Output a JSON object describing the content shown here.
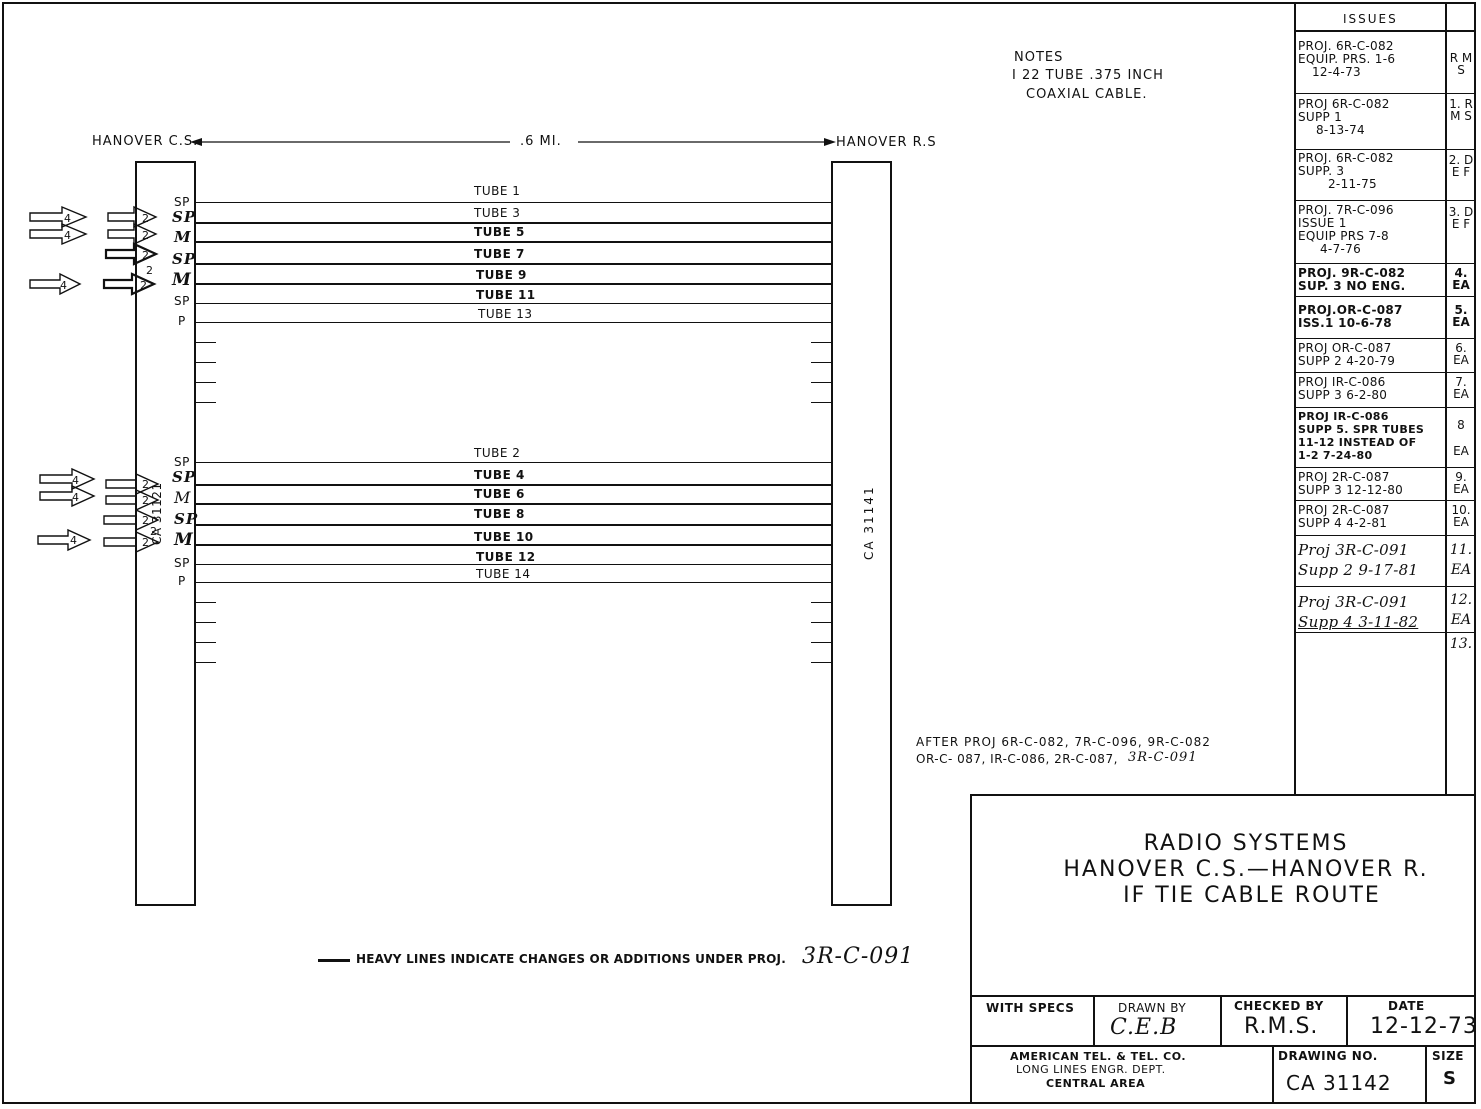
{
  "notes": {
    "heading": "NOTES",
    "line1": "I 22 TUBE .375 INCH",
    "line2": "COAXIAL CABLE."
  },
  "route": {
    "left_label": "HANOVER C.S.",
    "distance": ".6 MI.",
    "right_label": "HANOVER R.S",
    "left_block_label": "CA 31121",
    "right_block_label": "CA 31141"
  },
  "tubes_upper": [
    "TUBE 1",
    "TUBE 3",
    "TUBE 5",
    "TUBE 7",
    "TUBE 9",
    "TUBE 11",
    "TUBE 13"
  ],
  "tubes_lower": [
    "TUBE 2",
    "TUBE 4",
    "TUBE 6",
    "TUBE 8",
    "TUBE 10",
    "TUBE 12",
    "TUBE 14"
  ],
  "pair_labels_upper": [
    "SP",
    "SP",
    "M",
    "SP",
    "M",
    "SP",
    "P"
  ],
  "pair_labels_lower": [
    "SP",
    "SP",
    "M",
    "SP",
    "M",
    "SP",
    "P"
  ],
  "arrow_marks": [
    "4",
    "4",
    "4",
    "2",
    "2",
    "2",
    "2",
    "2",
    "4",
    "4",
    "4",
    "2",
    "2",
    "2",
    "2",
    "2"
  ],
  "after_note": {
    "line1": "AFTER PROJ 6R-C-082, 7R-C-096, 9R-C-082",
    "line2": "OR-C- 087, IR-C-086, 2R-C-087,",
    "hand": "3R-C-091"
  },
  "legend": {
    "text": "HEAVY LINES INDICATE CHANGES OR ADDITIONS UNDER PROJ.",
    "hand": "3R-C-091"
  },
  "issues": {
    "header": "ISSUES",
    "entries": [
      {
        "lines": [
          "PROJ. 6R-C-082",
          "EQUIP. PRS. 1-6",
          "12-4-73"
        ],
        "mark": "R M S"
      },
      {
        "lines": [
          "PROJ 6R-C-082",
          "SUPP 1",
          "8-13-74"
        ],
        "mark": "1. R M S"
      },
      {
        "lines": [
          "PROJ. 6R-C-082",
          "SUPP. 3",
          "2-11-75"
        ],
        "mark": "2. D E F"
      },
      {
        "lines": [
          "PROJ. 7R-C-096",
          "ISSUE 1",
          "EQUIP PRS 7-8",
          "4-7-76"
        ],
        "mark": "3. D E F"
      },
      {
        "lines": [
          "PROJ. 9R-C-082",
          "SUP. 3 NO ENG."
        ],
        "mark": "4. EA"
      },
      {
        "lines": [
          "PROJ.OR-C-087",
          "ISS.1 10-6-78"
        ],
        "mark": "5. EA"
      },
      {
        "lines": [
          "PROJ OR-C-087",
          "SUPP 2 4-20-79"
        ],
        "mark": "6. EA"
      },
      {
        "lines": [
          "PROJ IR-C-086",
          "SUPP 3 6-2-80"
        ],
        "mark": "7. EA"
      },
      {
        "lines": [
          "PROJ IR-C-086",
          "SUPP 5. SPR TUBES",
          "11-12 INSTEAD OF",
          "1-2 7-24-80"
        ],
        "mark": "8 EA"
      },
      {
        "lines": [
          "PROJ 2R-C-087",
          "SUPP 3 12-12-80"
        ],
        "mark": "9. EA"
      },
      {
        "lines": [
          "PROJ 2R-C-087",
          "SUPP 4 4-2-81"
        ],
        "mark": "10. EA"
      },
      {
        "lines": [
          "Proj 3R-C-091",
          "Supp 2 9-17-81"
        ],
        "mark": "11. EA"
      },
      {
        "lines": [
          "Proj 3R-C-091",
          "Supp 4 3-11-82"
        ],
        "mark": "12. EA"
      },
      {
        "lines": [],
        "mark": "13."
      }
    ]
  },
  "title_block": {
    "title1": "RADIO SYSTEMS",
    "title2": "HANOVER C.S.—HANOVER R.",
    "title3": "IF TIE CABLE ROUTE",
    "with_specs": "WITH SPECS",
    "drawn_by_label": "DRAWN BY",
    "drawn_by": "C.E.B",
    "checked_by_label": "CHECKED BY",
    "checked_by": "R.M.S.",
    "date_label": "DATE",
    "date": "12-12-73",
    "company1": "AMERICAN TEL. & TEL. CO.",
    "company2": "LONG LINES ENGR. DEPT.",
    "company3": "CENTRAL AREA",
    "drawing_no_label": "DRAWING NO.",
    "drawing_no": "CA 31142",
    "size_label": "SIZE",
    "size": "S"
  }
}
